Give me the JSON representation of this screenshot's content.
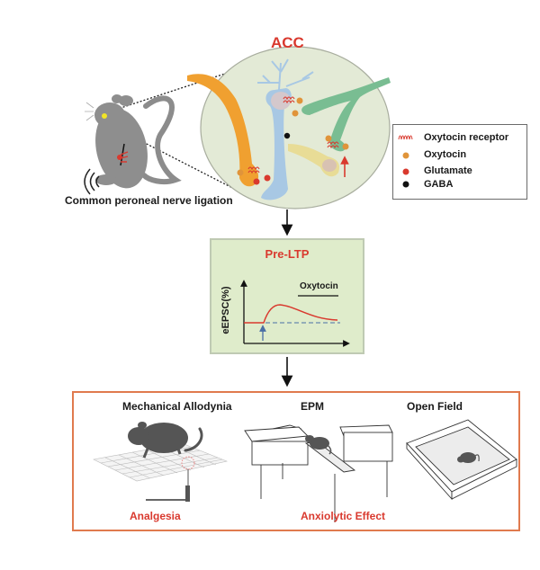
{
  "acc": {
    "title": "ACC",
    "neurons": [
      "orange-neuron",
      "blue-pyramidal-neuron",
      "green-neuron",
      "yellow-interneuron"
    ]
  },
  "mouse_model": {
    "label": "Common peroneal nerve ligation"
  },
  "legend": {
    "items": [
      {
        "symbol": "oxytocin-receptor-icon",
        "label": "Oxytocin receptor",
        "color": "#d9392e"
      },
      {
        "symbol": "oxytocin-dot-icon",
        "label": "Oxytocin",
        "color": "#e0943a"
      },
      {
        "symbol": "glutamate-dot-icon",
        "label": "Glutamate",
        "color": "#d9392e"
      },
      {
        "symbol": "gaba-dot-icon",
        "label": "GABA",
        "color": "#111111"
      }
    ]
  },
  "pre_ltp": {
    "title": "Pre-LTP",
    "ylabel": "eEPSC(%)",
    "drug_label": "Oxytocin"
  },
  "outcomes": {
    "tests": [
      {
        "label": "Mechanical Allodynia"
      },
      {
        "label": "EPM"
      },
      {
        "label": "Open Field"
      }
    ],
    "effects": [
      {
        "label": "Analgesia"
      },
      {
        "label": "Anxiolytic Effect"
      }
    ]
  },
  "colors": {
    "accent_red": "#d9392e",
    "oxytocin": "#e0943a",
    "acc_fill": "#e3ead6",
    "ltp_fill": "#dfeccb",
    "box_border": "#e07a4e"
  }
}
